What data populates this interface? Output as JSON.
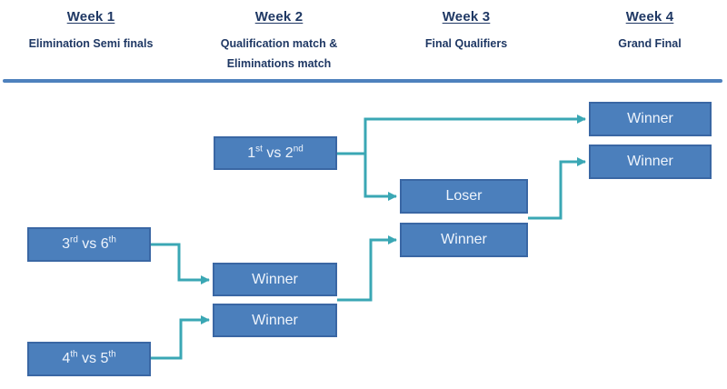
{
  "colors": {
    "box_fill": "#4b7fbc",
    "box_border": "#3a67a4",
    "box_text": "#eef4fc",
    "connector": "#3aa7b4",
    "heading_text": "#1f3864",
    "divider": "#4e81bd",
    "shadow": "#c6c6c6"
  },
  "header": {
    "columns": [
      {
        "title": "Week 1",
        "subtitle_lines": [
          "Elimination Semi finals"
        ]
      },
      {
        "title": "Week 2",
        "subtitle_lines": [
          "Qualification match &",
          "Eliminations match"
        ]
      },
      {
        "title": "Week 3",
        "subtitle_lines": [
          "Final Qualifiers"
        ]
      },
      {
        "title": "Week 4",
        "subtitle_lines": [
          "Grand Final"
        ]
      }
    ]
  },
  "bracket": {
    "matches": {
      "m12": {
        "a": "1",
        "a_sup": "st",
        "vs": " vs ",
        "b": "2",
        "b_sup": "nd"
      },
      "m36": {
        "a": "3",
        "a_sup": "rd",
        "vs": " vs ",
        "b": "6",
        "b_sup": "th"
      },
      "m45": {
        "a": "4",
        "a_sup": "th",
        "vs": " vs ",
        "b": "5",
        "b_sup": "th"
      }
    },
    "labels": {
      "winner": "Winner",
      "loser": "Loser"
    }
  }
}
